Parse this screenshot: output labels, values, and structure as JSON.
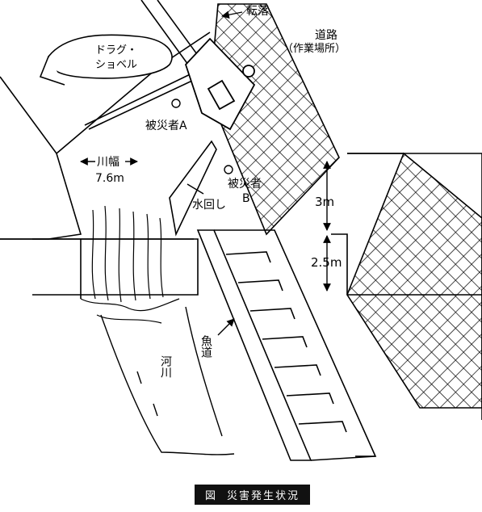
{
  "labels": {
    "fall": "転落",
    "road": "道路",
    "workplace": "（作業場所）",
    "excavator_line1": "ドラグ・",
    "excavator_line2": "ショベル",
    "victim_a": "被災者A",
    "victim_b_line1": "被災者",
    "victim_b_line2": "B",
    "river_width_label": "川幅",
    "river_width_value": "7.6m",
    "water_diversion": "水回し",
    "height_upper": "3m",
    "height_lower": "2.5m",
    "fishway": "魚道",
    "river": "河川"
  },
  "caption": {
    "prefix": "図",
    "title": "災害発生状況"
  }
}
